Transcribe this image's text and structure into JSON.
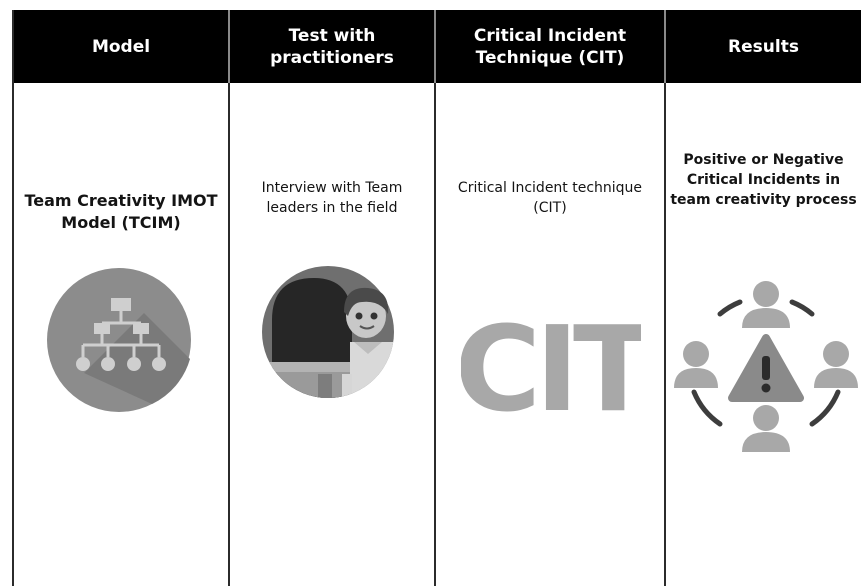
{
  "columns": [
    {
      "header": "Model",
      "description": "Team Creativity IMOT Model (TCIM)",
      "icon": "hierarchy-diagram-icon"
    },
    {
      "header": "Test with practitioners",
      "description": "Interview with Team leaders in the field",
      "icon": "interview-person-icon"
    },
    {
      "header": "Critical Incident Technique (CIT)",
      "description": "Critical Incident technique (CIT)",
      "icon": "cit-letters-icon",
      "icon_text": "CIT"
    },
    {
      "header": "Results",
      "description": "Positive or Negative Critical Incidents in team creativity process",
      "icon": "warning-people-cycle-icon"
    }
  ]
}
